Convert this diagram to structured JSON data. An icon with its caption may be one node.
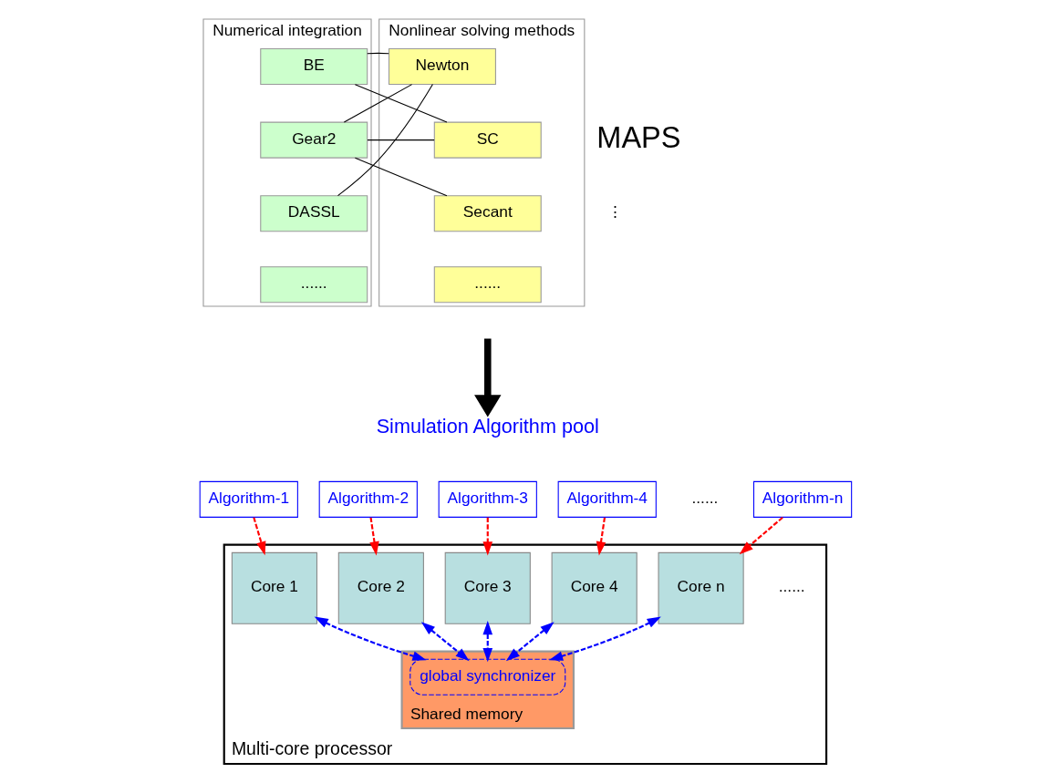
{
  "diagram": {
    "nodes": [
      {
        "text": [
          "Numerical integration"
        ]
      },
      {
        "text": [
          "BE"
        ],
        "in": 0
      },
      {
        "text": [
          "Gear2"
        ],
        "in": 0
      },
      {
        "text": [
          "DASSL"
        ],
        "in": 0
      },
      {
        "text": [
          "......"
        ],
        "in": 0
      },
      {
        "text": [
          "Nonlinear solving methods"
        ]
      },
      {
        "text": [
          "Newton"
        ],
        "in": 5
      },
      {
        "text": [
          "SC"
        ],
        "in": 5
      },
      {
        "text": [
          "Secant"
        ],
        "in": 5
      },
      {
        "text": [
          "......"
        ],
        "in": 5
      },
      {
        "text": [
          "Simulation Algorithm pool"
        ]
      },
      {
        "text": [
          "Algorithm-1"
        ]
      },
      {
        "text": [
          "Algorithm-2"
        ]
      },
      {
        "text": [
          "Algorithm-3"
        ]
      },
      {
        "text": [
          "Algorithm-4"
        ]
      },
      {
        "text": [
          "Algorithm-n"
        ]
      },
      {
        "text": [
          "Multi-core processor"
        ]
      },
      {
        "text": [
          "Core 1"
        ],
        "in": 16
      },
      {
        "text": [
          "Core 2"
        ],
        "in": 16
      },
      {
        "text": [
          "Core 3"
        ],
        "in": 16
      },
      {
        "text": [
          "Core 4"
        ],
        "in": 16
      },
      {
        "text": [
          "Core n"
        ],
        "in": 16
      },
      {
        "text": [
          "Shared memory"
        ],
        "in": 16
      },
      {
        "text": [
          "global synchronizer"
        ],
        "in": 22
      }
    ],
    "edges": [
      {
        "from": 1,
        "to": 6,
        "arrow": "none"
      },
      {
        "from": 1,
        "to": 7,
        "arrow": "none"
      },
      {
        "from": 2,
        "to": 6,
        "arrow": "none"
      },
      {
        "from": 2,
        "to": 7,
        "arrow": "none"
      },
      {
        "from": 2,
        "to": 8,
        "arrow": "none"
      },
      {
        "from": 3,
        "to": 6,
        "arrow": "none"
      },
      {
        "from": null,
        "to": 10,
        "arrow": "to",
        "style": "thick"
      },
      {
        "from": 11,
        "to": 17,
        "arrow": "to",
        "style": "dashed",
        "color": "#ff0000"
      },
      {
        "from": 12,
        "to": 18,
        "arrow": "to",
        "style": "dashed",
        "color": "#ff0000"
      },
      {
        "from": 13,
        "to": 19,
        "arrow": "to",
        "style": "dashed",
        "color": "#ff0000"
      },
      {
        "from": 14,
        "to": 20,
        "arrow": "to",
        "style": "dashed",
        "color": "#ff0000"
      },
      {
        "from": 15,
        "to": 21,
        "arrow": "to",
        "style": "dashed",
        "color": "#ff0000"
      },
      {
        "from": 17,
        "to": 23,
        "arrow": "both",
        "style": "dashed",
        "color": "#0000ff"
      },
      {
        "from": 18,
        "to": 23,
        "arrow": "both",
        "style": "dashed",
        "color": "#0000ff"
      },
      {
        "from": 19,
        "to": 23,
        "arrow": "both",
        "style": "dashed",
        "color": "#0000ff"
      },
      {
        "from": 20,
        "to": 23,
        "arrow": "both",
        "style": "dashed",
        "color": "#0000ff"
      },
      {
        "from": 21,
        "to": 23,
        "arrow": "both",
        "style": "dashed",
        "color": "#0000ff"
      }
    ],
    "labels": [
      "MAPS",
      "⋮",
      "......",
      "......"
    ]
  }
}
